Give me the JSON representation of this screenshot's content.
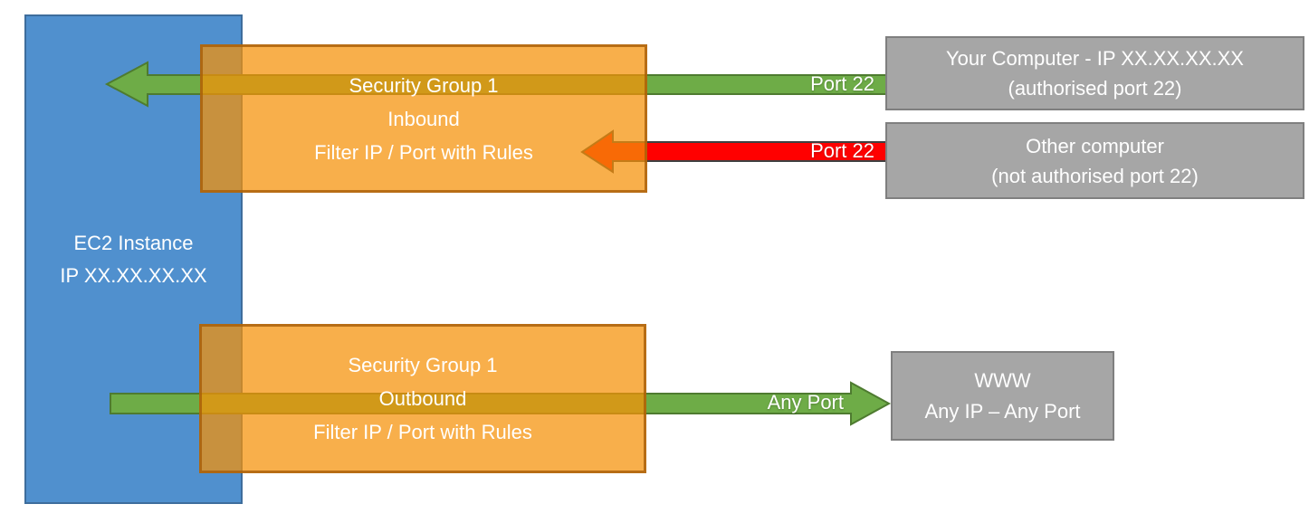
{
  "boxes": {
    "ec2": {
      "line1": "EC2 Instance",
      "line2": "IP XX.XX.XX.XX"
    },
    "sg_inbound": {
      "line1": "Security Group 1",
      "line2": "Inbound",
      "line3": "Filter IP / Port with Rules"
    },
    "sg_outbound": {
      "line1": "Security Group 1",
      "line2": "Outbound",
      "line3": "Filter IP / Port with Rules"
    },
    "your_computer": {
      "line1": "Your Computer - IP XX.XX.XX.XX",
      "line2": "(authorised port 22)"
    },
    "other_computer": {
      "line1": "Other computer",
      "line2": "(not authorised port 22)"
    },
    "www": {
      "line1": "WWW",
      "line2": "Any IP – Any Port"
    }
  },
  "arrows": {
    "inbound_allowed": {
      "label": "Port 22"
    },
    "inbound_denied": {
      "label": "Port 22"
    },
    "outbound_any": {
      "label": "Any Port"
    }
  },
  "colors": {
    "ec2_fill": "#5090CE",
    "ec2_border": "#3E6D9C",
    "security_group_fill": "#F59208",
    "security_group_border": "#A65C07",
    "allowed_arrow_fill": "#6EAC47",
    "allowed_arrow_border": "#4E7B30",
    "denied_arrow_fill": "#FF0000",
    "denied_arrow_border": "#404040",
    "endpoint_fill": "#A6A6A6",
    "endpoint_border": "#7F7F7F",
    "text": "#FFFFFF"
  }
}
